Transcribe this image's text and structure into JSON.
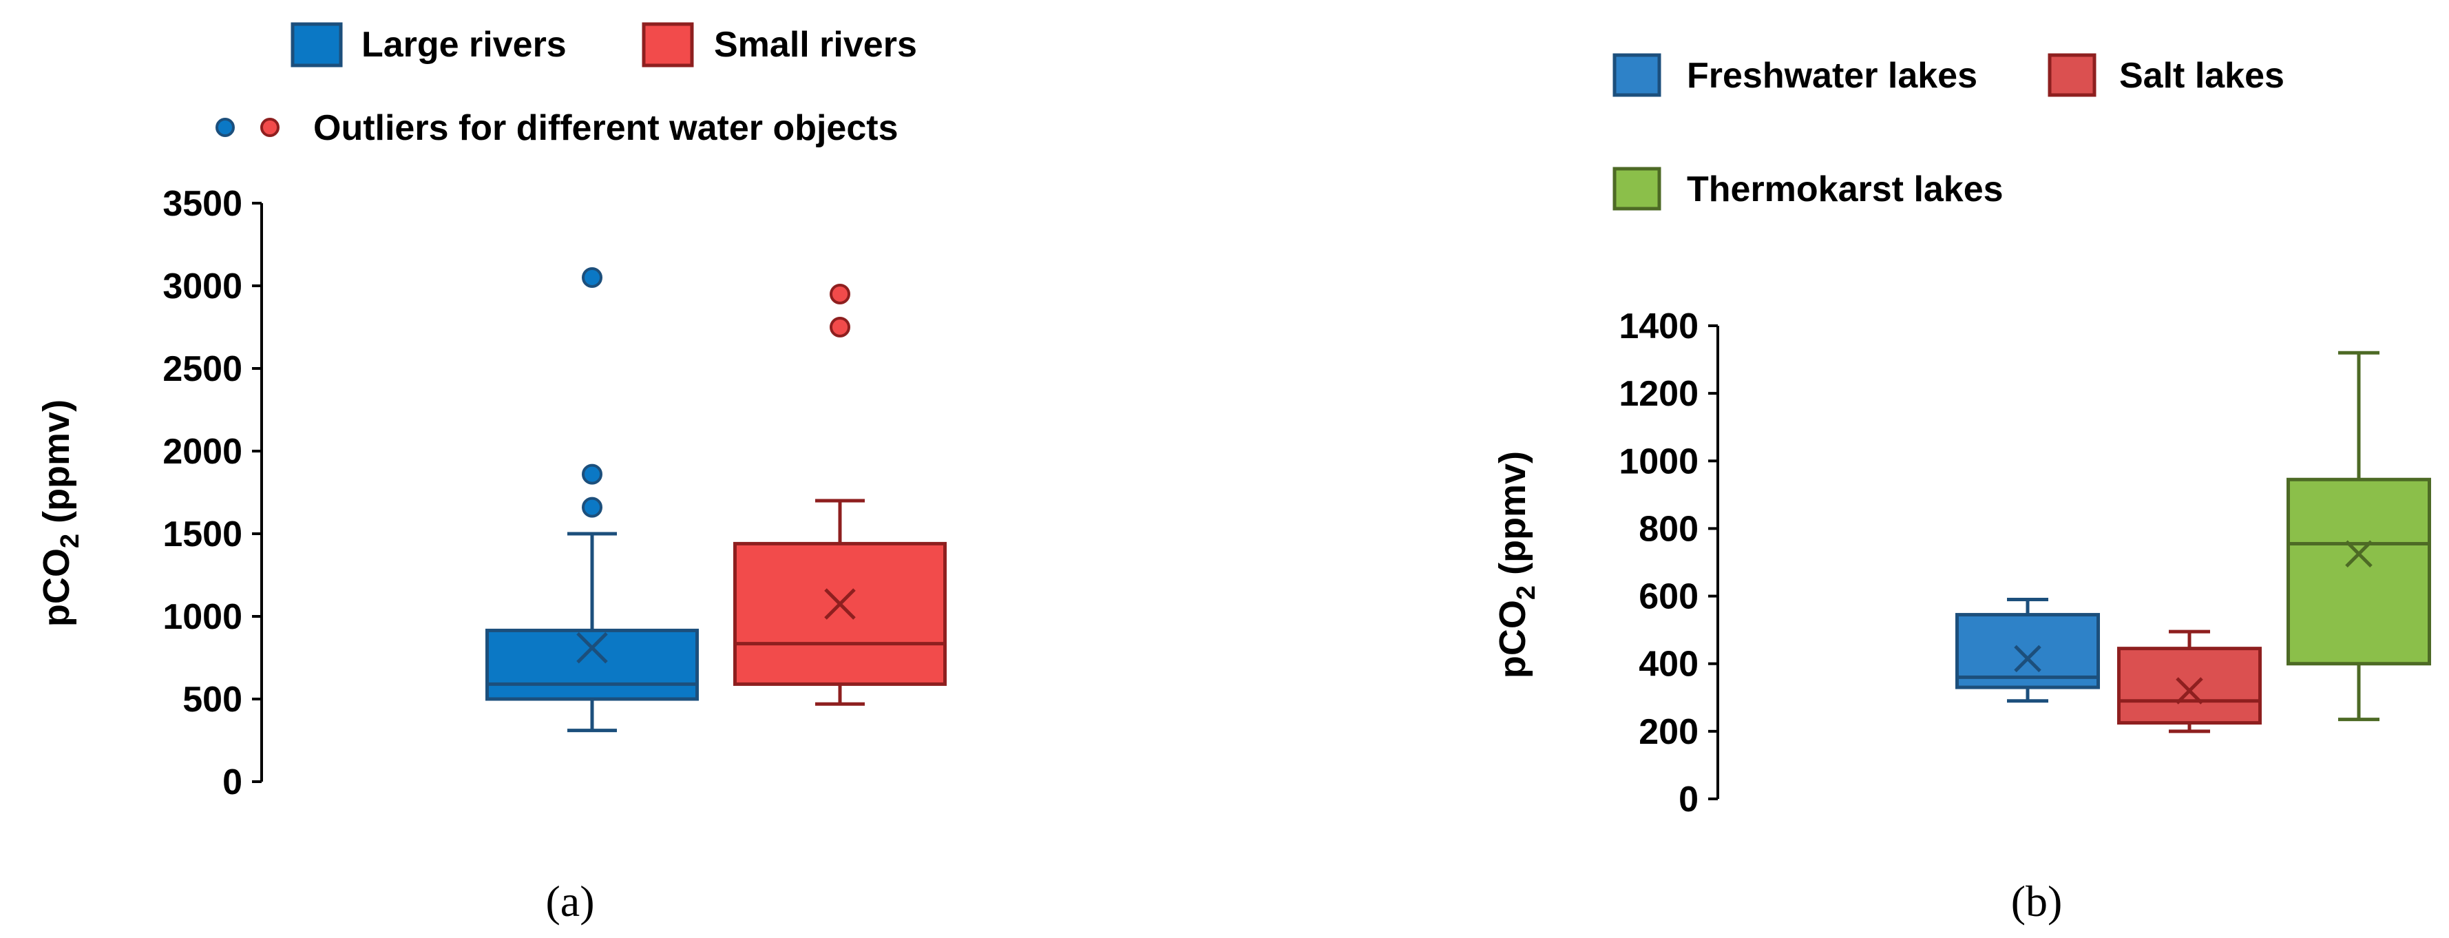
{
  "chart_data": [
    {
      "type": "box",
      "panel_label": "(a)",
      "ylabel": "pCO2 (ppmv)",
      "ylim": [
        0,
        3500
      ],
      "yticks": [
        0,
        500,
        1000,
        1500,
        2000,
        2500,
        3000,
        3500
      ],
      "legend": {
        "placement": "top",
        "entries": [
          "Large rivers",
          "Small rivers"
        ],
        "outlier_note": "Outliers for different water objects"
      },
      "series": [
        {
          "name": "Large rivers",
          "color": "#0b78c5",
          "stroke": "#1c4f7c",
          "whisker_low": 310,
          "q1": 500,
          "median": 590,
          "q3": 915,
          "whisker_high": 1500,
          "mean": 810,
          "outliers": [
            1660,
            1860,
            3050
          ]
        },
        {
          "name": "Small rivers",
          "color": "#f24b4b",
          "stroke": "#8e1f1f",
          "whisker_low": 470,
          "q1": 590,
          "median": 835,
          "q3": 1440,
          "whisker_high": 1700,
          "mean": 1075,
          "outliers": [
            2750,
            2950
          ]
        }
      ]
    },
    {
      "type": "box",
      "panel_label": "(b)",
      "ylabel": "pCO2 (ppmv)",
      "ylim": [
        0,
        1400
      ],
      "yticks": [
        0,
        200,
        400,
        600,
        800,
        1000,
        1200,
        1400
      ],
      "legend": {
        "placement": "top",
        "entries": [
          "Freshwater lakes",
          "Salt lakes",
          "Thermokarst lakes"
        ]
      },
      "series": [
        {
          "name": "Freshwater lakes",
          "color": "#2e82c8",
          "stroke": "#1c4f7c",
          "whisker_low": 290,
          "q1": 330,
          "median": 360,
          "q3": 545,
          "whisker_high": 590,
          "mean": 415,
          "outliers": []
        },
        {
          "name": "Salt lakes",
          "color": "#db5050",
          "stroke": "#8e1f1f",
          "whisker_low": 200,
          "q1": 225,
          "median": 290,
          "q3": 445,
          "whisker_high": 495,
          "mean": 320,
          "outliers": []
        },
        {
          "name": "Thermokarst lakes",
          "color": "#8bbf4a",
          "stroke": "#4d6a25",
          "whisker_low": 235,
          "q1": 400,
          "median": 755,
          "q3": 945,
          "whisker_high": 1320,
          "mean": 725,
          "outliers": []
        }
      ]
    }
  ]
}
